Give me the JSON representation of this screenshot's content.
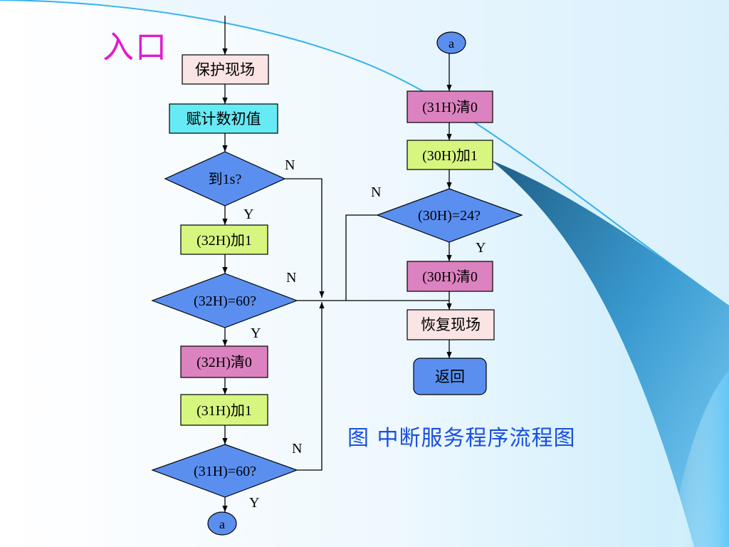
{
  "slide": {
    "entry_label": "入口",
    "caption": "图  中断服务程序流程图"
  },
  "flowchart": {
    "nodes": {
      "save": "保护现场",
      "init": "赋计数初值",
      "d1s": "到1s?",
      "inc32": "(32H)加1",
      "d60a": "(32H)=60?",
      "clr32": "(32H)清0",
      "inc31": "(31H)加1",
      "d60b": "(31H)=60?",
      "conA1": "a",
      "conA2": "a",
      "clr31": "(31H)清0",
      "inc30": "(30H)加1",
      "d24": "(30H)=24?",
      "clr30": "(30H)清0",
      "restore": "恢复现场",
      "ret": "返回"
    },
    "branch_labels": {
      "n1": "N",
      "y1": "Y",
      "n2": "N",
      "y2": "Y",
      "n3": "N",
      "y3": "Y",
      "n4": "N",
      "y4": "Y"
    }
  },
  "colors": {
    "pink_box": "#fbe4e4",
    "cyan_box": "#66eaf4",
    "green_box": "#d6f680",
    "magenta_box": "#dc82c0",
    "blue_node": "#5a8ff0",
    "arrow": "#000000"
  }
}
